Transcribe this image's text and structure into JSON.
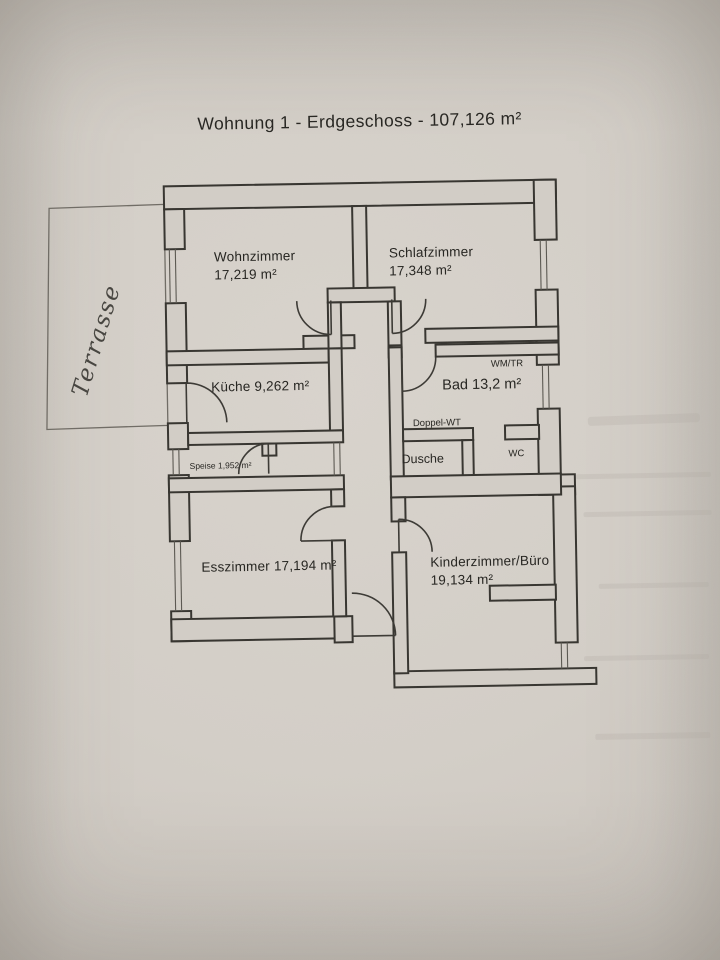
{
  "title": "Wohnung 1 - Erdgeschoss - 107,126 m²",
  "terrace": {
    "label": "Terrasse"
  },
  "rooms": {
    "wohnzimmer": {
      "name": "Wohnzimmer",
      "area": "17,219 m²"
    },
    "schlafzimmer": {
      "name": "Schlafzimmer",
      "area": "17,348 m²"
    },
    "kueche": {
      "label": "Küche 9,262 m²"
    },
    "bad": {
      "label": "Bad 13,2 m²"
    },
    "speise": {
      "label": "Speise 1,952 m²"
    },
    "esszimmer": {
      "label": "Esszimmer 17,194 m²"
    },
    "kinderzimmer": {
      "name": "Kinderzimmer/Büro",
      "area": "19,134 m²"
    }
  },
  "fixtures": {
    "wm_tr": "WM/TR",
    "doppel_wt": "Doppel-WT",
    "dusche": "Dusche",
    "wc": "WC"
  }
}
